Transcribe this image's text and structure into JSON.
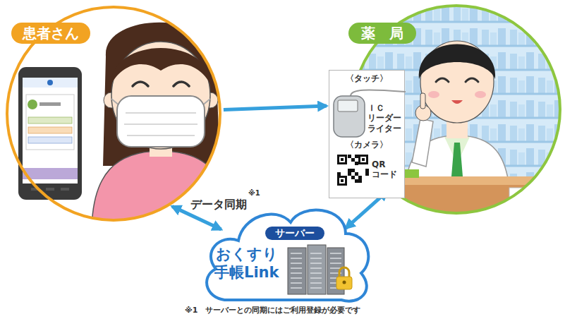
{
  "diagram": {
    "nodes": [
      {
        "text": [
          "患者さん"
        ]
      },
      {
        "text": [
          "薬　局"
        ]
      },
      {
        "text": [
          "〈タッチ〉",
          "ＩＣ リーダー ライター",
          "〈カメラ〉",
          "QR コード"
        ],
        "in": 1
      },
      {
        "text": [
          "サーバー",
          "おくすり 手帳Link"
        ]
      }
    ],
    "edges": [
      {
        "from": 0,
        "to": 2,
        "arrow": "to"
      },
      {
        "from": 0,
        "to": 3,
        "label": "データ同期",
        "arrow": "both"
      },
      {
        "from": 3,
        "to": 1,
        "arrow": "both"
      }
    ],
    "labels": [
      "※1",
      "※1　サーバーとの同期にはご利用登録が必要です"
    ]
  }
}
